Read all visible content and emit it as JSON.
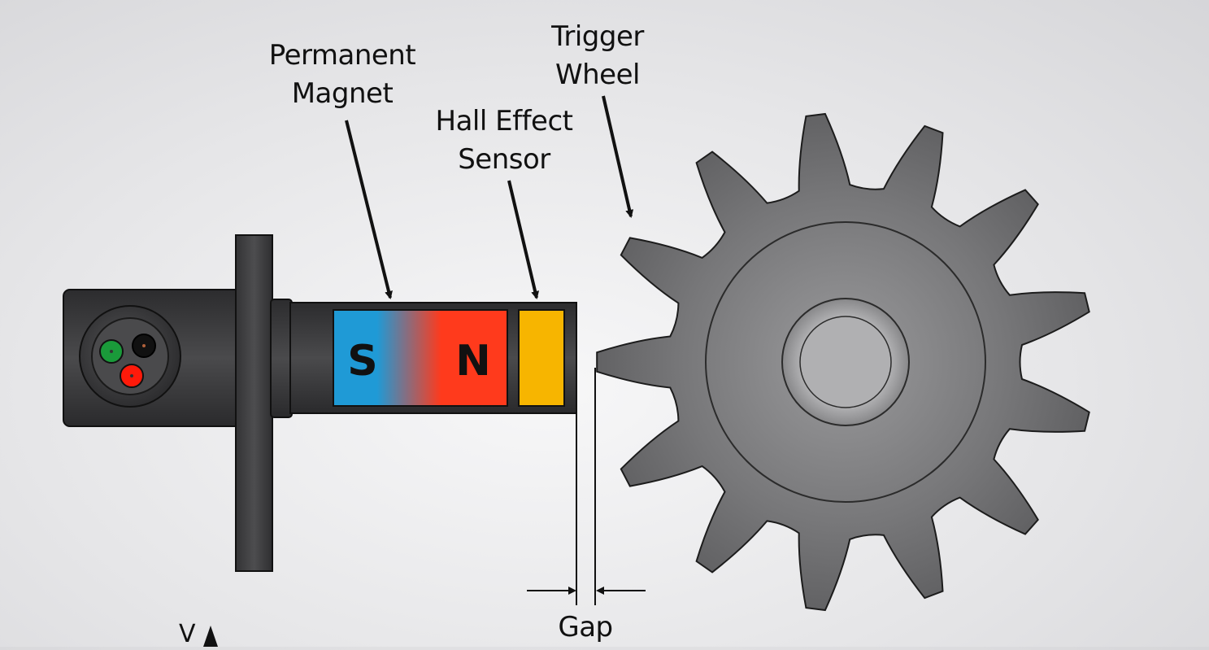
{
  "labels": {
    "permanent_magnet": [
      "Permanent",
      "Magnet"
    ],
    "trigger_wheel": [
      "Trigger",
      "Wheel"
    ],
    "hall_effect_sensor": [
      "Hall Effect",
      "Sensor"
    ],
    "gap": "Gap",
    "pole_south": "S",
    "pole_north": "N",
    "voltage_axis": "V"
  },
  "colors": {
    "magnet_south": "#1f9ad6",
    "magnet_north": "#ff3a1c",
    "hall_sensor": "#f7b500",
    "connector_pin_green": "#1a9a3a",
    "connector_pin_red": "#ff1a0a",
    "connector_pin_black": "#111111",
    "sensor_body": "#3a3a3c",
    "gear": "#6e6e70"
  },
  "gear": {
    "teeth": 13
  }
}
